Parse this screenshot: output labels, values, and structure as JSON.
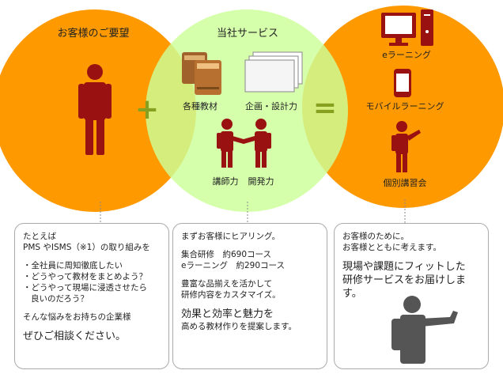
{
  "circles": {
    "left": {
      "title": "お客様のご要望",
      "color": "#ff9900"
    },
    "center": {
      "title": "当社サービス",
      "color": "#ccff99",
      "items": [
        "各種教材",
        "企画・設計力",
        "講師力",
        "開発力"
      ]
    },
    "right": {
      "color": "#ff9900",
      "items": [
        "eラーニング",
        "モバイルラーニング",
        "個別講習会"
      ]
    }
  },
  "operators": {
    "plus": "+",
    "equals": "="
  },
  "boxes": {
    "left": {
      "lines": [
        "たとえば",
        "PMS やISMS（※1）の取り組みを",
        "・全社員に周知徹底したい",
        "・どうやって教材をまとめよう？",
        "・どうやって現場に浸透させたら",
        "良いのだろう？",
        "そんな悩みをお持ちの企業様",
        "ぜひご相談ください。"
      ]
    },
    "center": {
      "lines": [
        "まずお客様にヒアリング。",
        "集合研修　約690コース",
        "eラーニング　約290コース",
        "豊富な品揃えを活かして",
        "研修内容をカスタマイズ。",
        "効果と効率と魅力を",
        "高める教材作りを提案します。"
      ]
    },
    "right": {
      "lines": [
        "お客様のために。",
        "お客様とともに考えます。",
        "現場や課題にフィットした",
        "研修サービスをお届けします。"
      ]
    }
  },
  "colors": {
    "figure": "#991111",
    "operator": "#88a020",
    "speaker": "#555555"
  }
}
